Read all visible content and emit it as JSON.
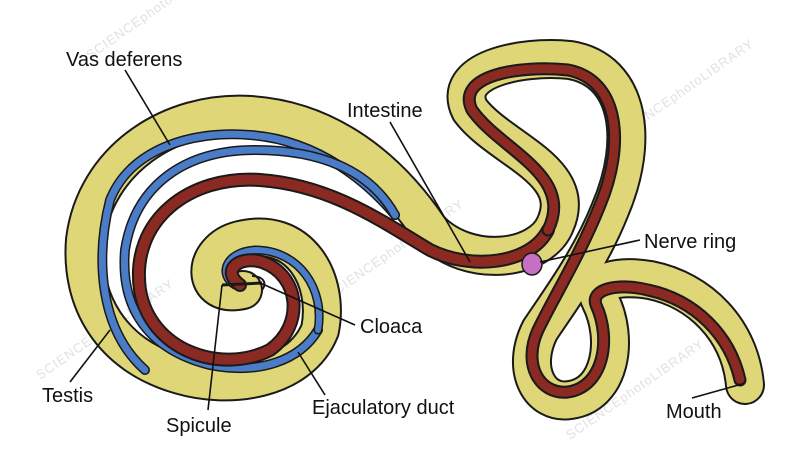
{
  "diagram": {
    "labels": {
      "vas_deferens": "Vas deferens",
      "intestine": "Intestine",
      "nerve_ring": "Nerve ring",
      "cloaca": "Cloaca",
      "testis": "Testis",
      "spicule": "Spicule",
      "ejaculatory_duct": "Ejaculatory duct",
      "mouth": "Mouth"
    },
    "watermark": "SCIENCEphotoLIBRARY"
  },
  "colors": {
    "body_fill": "#dfd777",
    "body_outline": "#1a1a1a",
    "intestine": "#8b2a22",
    "intestine_dark": "#5e1712",
    "gonad": "#4a7cc8",
    "nerve_ring": "#c76fc4",
    "background": "#ffffff"
  }
}
